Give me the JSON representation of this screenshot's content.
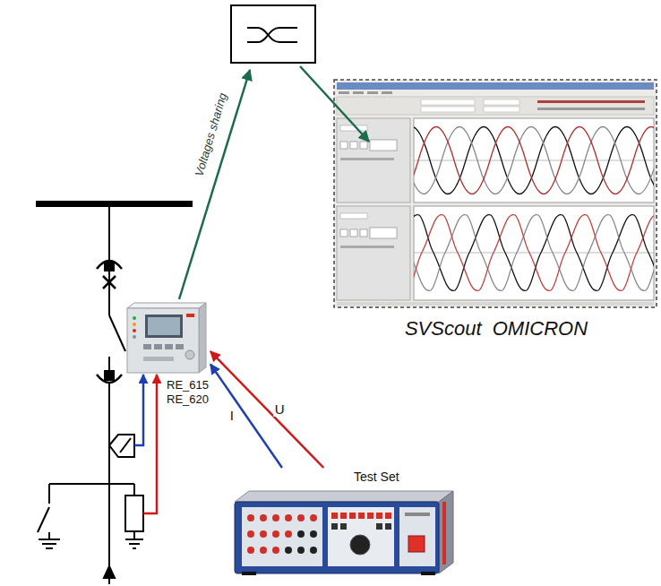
{
  "diagram": {
    "nodes": [
      {
        "text": [
          "RE_615",
          "RE_620"
        ]
      },
      {
        "text": [
          "Test Set"
        ]
      },
      {
        "text": [
          "SVScout  OMICRON"
        ]
      }
    ],
    "edges": [
      {
        "from": 1,
        "to": 0,
        "arrow": "to",
        "label": "U"
      },
      {
        "from": 1,
        "to": 0,
        "arrow": "to",
        "label": "I"
      }
    ],
    "labels": [
      "Voltages sharing"
    ]
  }
}
